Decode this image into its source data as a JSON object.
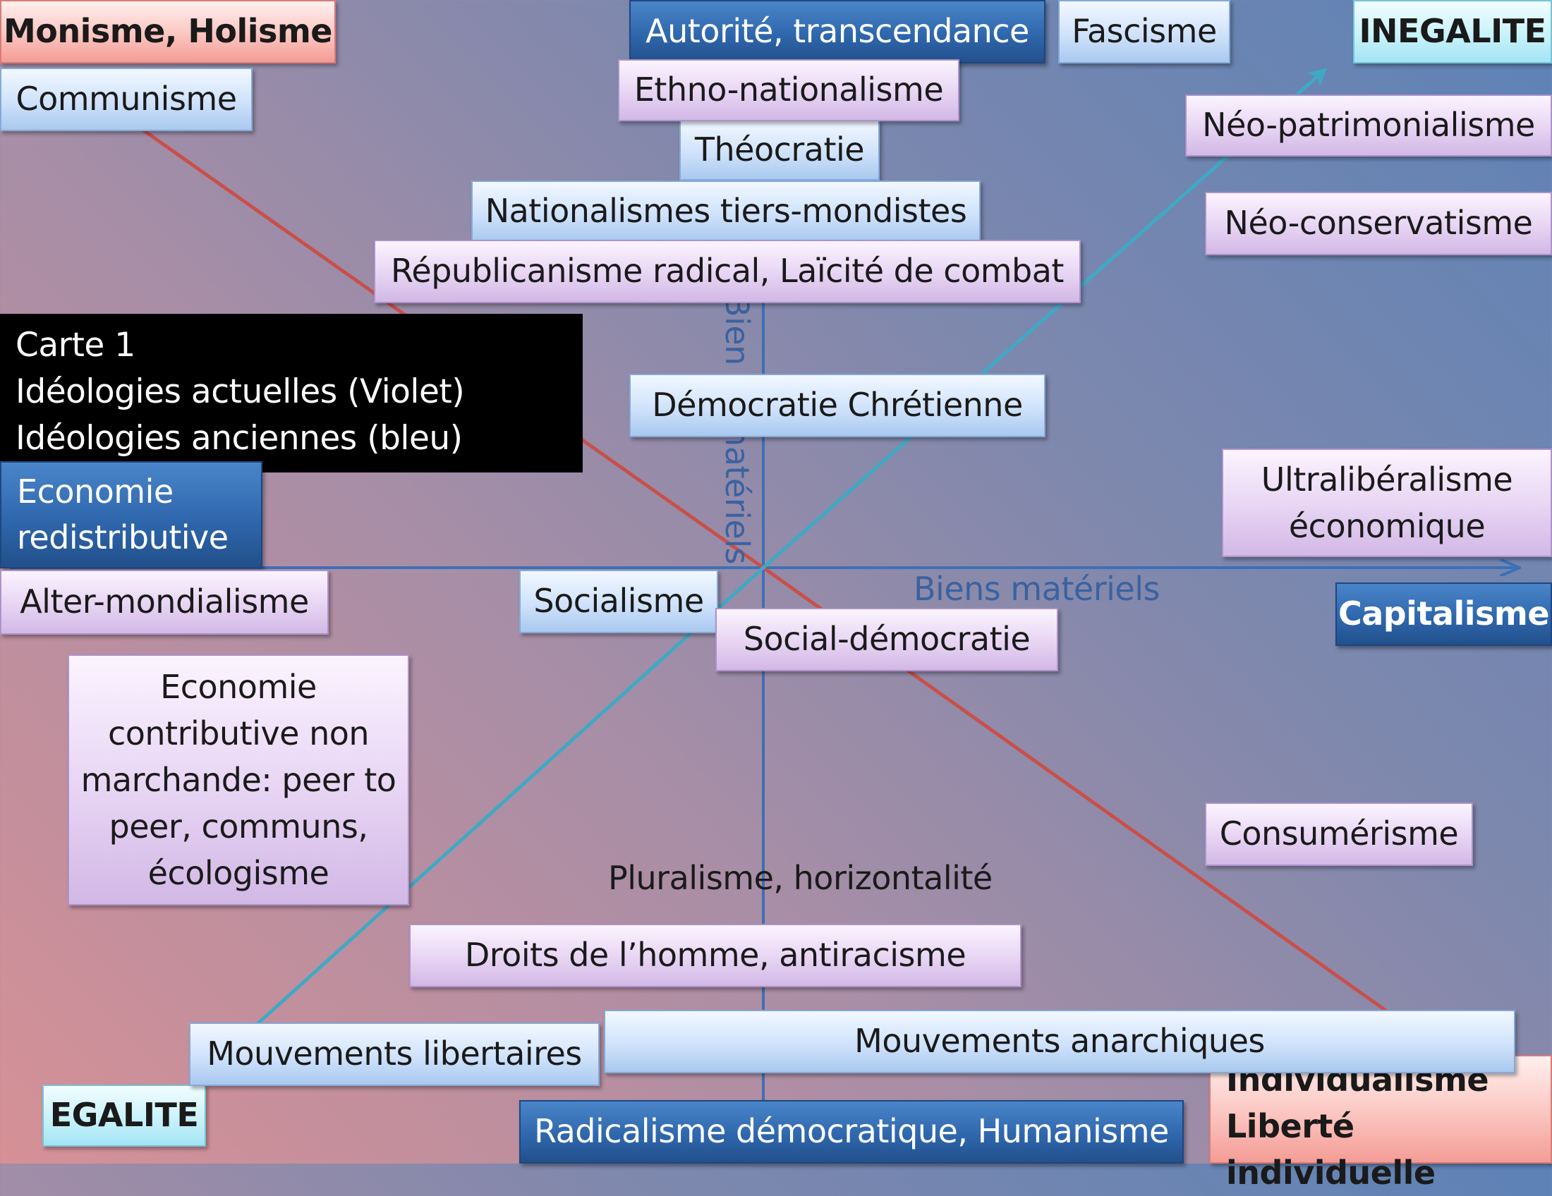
{
  "diagram": {
    "legend_box": {
      "line1": "Carte 1",
      "line2": "Idéologies actuelles  (Violet)",
      "line3": "Idéologies anciennes (bleu)"
    },
    "axes": {
      "horizontal_label": "Biens matériels",
      "vertical_label": "Bien immatériels"
    },
    "poles": {
      "top": "Autorité, transcendance",
      "bottom": "Radicalisme démocratique, Humanisme",
      "left": "Economie redistributive",
      "right": "Capitalisme",
      "top_left": "Monisme, Holisme",
      "bottom_right_line1": "Individualisme",
      "bottom_right_line2": "Liberté individuelle",
      "top_right": "INEGALITE",
      "bottom_left": "EGALITE"
    },
    "ideologies": {
      "fascisme": "Fascisme",
      "communisme": "Communisme",
      "ethno_nationalisme": "Ethno-nationalisme",
      "theocratie": "Théocratie",
      "nationalismes_tiers_mondistes": "Nationalismes tiers-mondistes",
      "republicanisme": "Républicanisme radical, Laïcité de combat",
      "neo_patrimonialisme": "Néo-patrimonialisme",
      "neo_conservatisme": "Néo-conservatisme",
      "democratie_chretienne": "Démocratie Chrétienne",
      "ultraliberalisme": "Ultralibéralisme économique",
      "alter_mondialisme": "Alter-mondialisme",
      "socialisme": "Socialisme",
      "social_democratie": "Social-démocratie",
      "economie_contributive": "Economie contributive non marchande: peer to peer, communs, écologisme",
      "consumerisme": "Consumérisme",
      "pluralisme": "Pluralisme, horizontalité",
      "droits_homme": "Droits de l’homme, antiracisme",
      "mouvements_libertaires": "Mouvements libertaires",
      "mouvements_anarchiques": "Mouvements anarchiques"
    },
    "colors": {
      "axis_line": "#3f6fb5",
      "red_arrow": "#c8504a",
      "cyan_arrow": "#3fa9c4",
      "current_ideology_fill": "#e3cdf1",
      "old_ideology_fill": "#cfe2fb",
      "pole_fill": "#2f67ad"
    }
  }
}
